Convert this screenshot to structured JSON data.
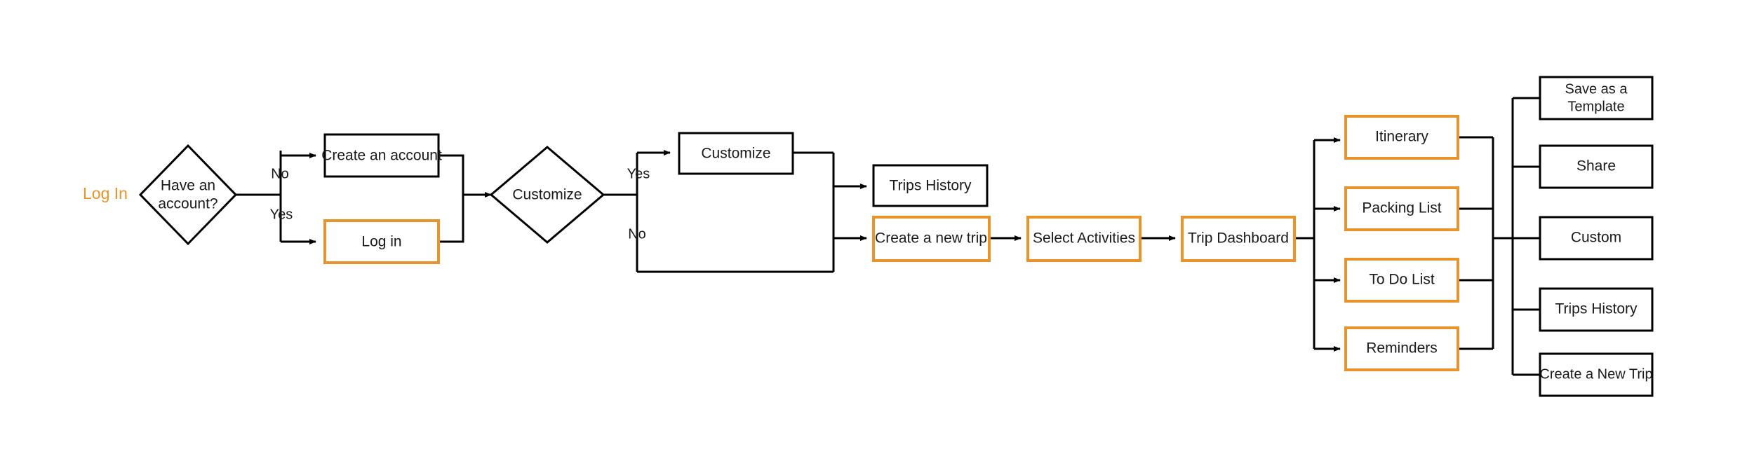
{
  "diagram": {
    "title_label": "Log In",
    "accent_color": "#E8942A",
    "line_color": "#000000",
    "background": "#ffffff",
    "nodes": [
      {
        "id": "have-an-account",
        "label_line1": "Have an",
        "label_line2": "account?",
        "shape": "diamond",
        "style": "plain"
      },
      {
        "id": "create-an-account",
        "label": "Create an account",
        "shape": "rect",
        "style": "plain"
      },
      {
        "id": "log-in",
        "label": "Log in",
        "shape": "rect",
        "style": "accent"
      },
      {
        "id": "customize-decision",
        "label": "Customize",
        "shape": "diamond",
        "style": "plain"
      },
      {
        "id": "customize-action",
        "label": "Customize",
        "shape": "rect",
        "style": "plain"
      },
      {
        "id": "trips-history-1",
        "label": "Trips History",
        "shape": "rect",
        "style": "plain"
      },
      {
        "id": "create-a-new-trip",
        "label": "Create a new trip",
        "shape": "rect",
        "style": "accent"
      },
      {
        "id": "select-activities",
        "label": "Select Activities",
        "shape": "rect",
        "style": "accent"
      },
      {
        "id": "trip-dashboard",
        "label": "Trip Dashboard",
        "shape": "rect",
        "style": "accent"
      },
      {
        "id": "itinerary",
        "label": "Itinerary",
        "shape": "rect",
        "style": "accent"
      },
      {
        "id": "packing-list",
        "label": "Packing List",
        "shape": "rect",
        "style": "accent"
      },
      {
        "id": "to-do-list",
        "label": "To Do List",
        "shape": "rect",
        "style": "accent"
      },
      {
        "id": "reminders",
        "label": "Reminders",
        "shape": "rect",
        "style": "accent"
      },
      {
        "id": "save-as-template",
        "label_line1": "Save as a",
        "label_line2": "Template",
        "shape": "rect",
        "style": "plain"
      },
      {
        "id": "share",
        "label": "Share",
        "shape": "rect",
        "style": "plain"
      },
      {
        "id": "custom",
        "label": "Custom",
        "shape": "rect",
        "style": "plain"
      },
      {
        "id": "trips-history-2",
        "label": "Trips History",
        "shape": "rect",
        "style": "plain"
      },
      {
        "id": "create-a-new-trip-2",
        "label": "Create a New Trip",
        "shape": "rect",
        "style": "plain"
      }
    ],
    "edge_labels": {
      "account_no": "No",
      "account_yes": "Yes",
      "customize_yes": "Yes",
      "customize_no": "No"
    }
  }
}
